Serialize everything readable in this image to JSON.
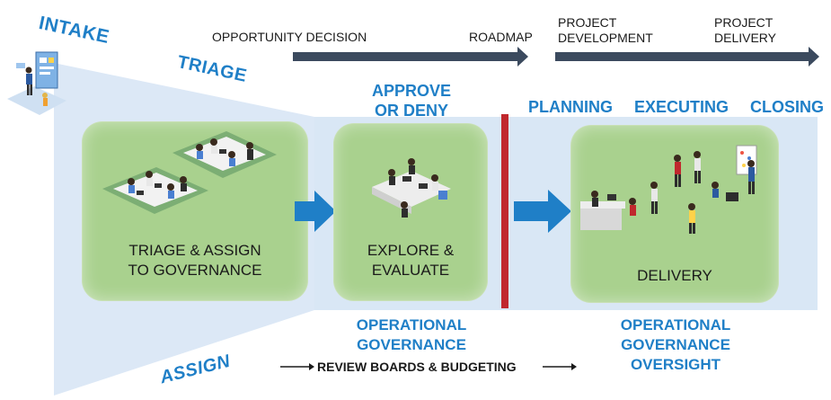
{
  "funnel": {
    "intake": "INTAKE",
    "triage": "TRIAGE",
    "assign": "ASSIGN"
  },
  "timeline": {
    "opportunity_decision": "OPPORTUNITY DECISION",
    "roadmap": "ROADMAP",
    "project_development": "PROJECT\nDEVELOPMENT",
    "project_delivery": "PROJECT\nDELIVERY"
  },
  "headers": {
    "approve_or_deny": "APPROVE\nOR DENY",
    "planning": "PLANNING",
    "executing": "EXECUTING",
    "closing": "CLOSING"
  },
  "boxes": {
    "triage_assign": "TRIAGE & ASSIGN\nTO GOVERNANCE",
    "explore_evaluate": "EXPLORE &\nEVALUATE",
    "delivery": "DELIVERY"
  },
  "footer": {
    "operational_governance": "OPERATIONAL\nGOVERNANCE",
    "operational_governance_oversight": "OPERATIONAL\nGOVERNANCE\nOVERSIGHT",
    "review_boards": "REVIEW BOARDS & BUDGETING"
  },
  "colors": {
    "accent_blue": "#1f7fc7",
    "arrow_navy": "#3b4a5e",
    "box_green": "#a9d18e",
    "panel_blue": "#d9e7f5",
    "divider_red": "#c0282d"
  }
}
